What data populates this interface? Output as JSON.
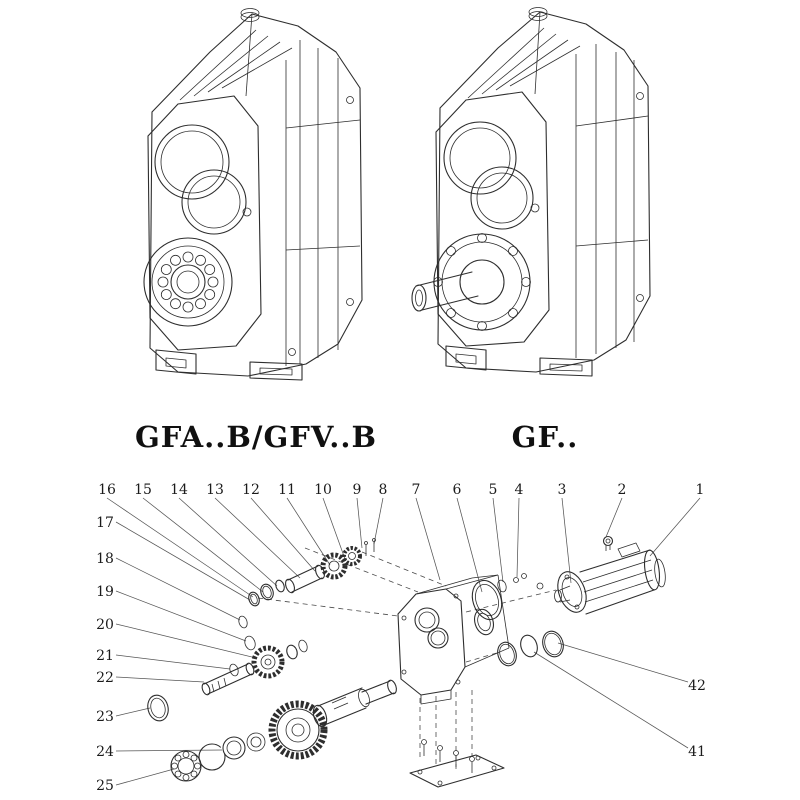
{
  "page_title": "Gear reducer parallel shaft series - views and exploded parts diagram",
  "models": {
    "left_label": "GFA..B/GFV..B",
    "right_label": "GF.."
  },
  "exploded": {
    "top_numbers": [
      "16",
      "15",
      "14",
      "13",
      "12",
      "11",
      "10",
      "9",
      "8",
      "7",
      "6",
      "5",
      "4",
      "3",
      "2",
      "1"
    ],
    "left_numbers": [
      "17",
      "18",
      "19",
      "20",
      "21",
      "22",
      "23",
      "24",
      "25"
    ],
    "right_numbers": [
      "42",
      "41"
    ]
  },
  "colors": {
    "line": "#2e2e2e",
    "background": "#ffffff"
  }
}
